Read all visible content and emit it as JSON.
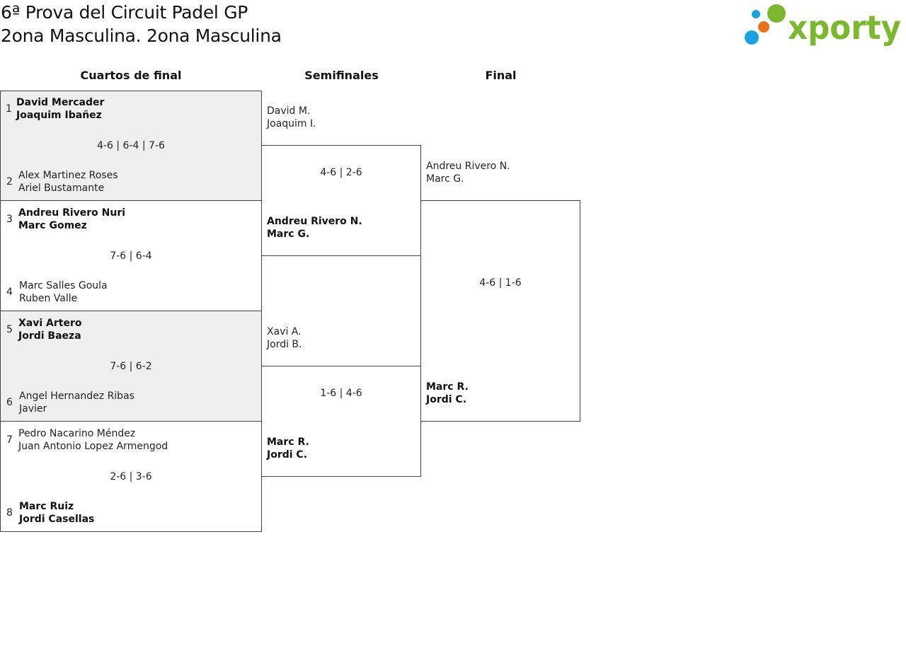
{
  "header": {
    "title_line1": "6ª Prova del Circuit Padel GP",
    "title_line2": "2ona Masculina. 2ona Masculina",
    "logo_text": "xporty",
    "brand_green": "#7cb82f",
    "brand_blue": "#1aa1e0",
    "brand_orange": "#e8731c"
  },
  "rounds": {
    "quarterfinals": "Cuartos de final",
    "semifinals": "Semifinales",
    "final": "Final"
  },
  "quarterfinals": [
    {
      "seed_a": "1",
      "a1": "David Mercader",
      "a2": "Joaquim Ibañez",
      "score": "4-6 | 6-4 | 7-6",
      "seed_b": "2",
      "b1": "Alex Martinez Roses",
      "b2": "Ariel Bustamante"
    },
    {
      "seed_a": "3",
      "a1": "Andreu Rivero Nuri",
      "a2": "Marc Gomez",
      "score": "7-6 | 6-4",
      "seed_b": "4",
      "b1": "Marc Salles Goula",
      "b2": "Ruben Valle"
    },
    {
      "seed_a": "5",
      "a1": "Xavi Artero",
      "a2": "Jordi Baeza",
      "score": "7-6 | 6-2",
      "seed_b": "6",
      "b1": "Angel Hernandez Ribas",
      "b2": "Javier"
    },
    {
      "seed_a": "7",
      "a1": "Pedro Nacarino Méndez",
      "a2": "Juan Antonio Lopez Armengod",
      "score": "2-6 | 3-6",
      "seed_b": "8",
      "b1": "Marc Ruiz",
      "b2": "Jordi Casellas"
    }
  ],
  "semifinals": [
    {
      "a1": "David M.",
      "a2": "Joaquim I.",
      "score": "4-6 | 2-6",
      "b1": "Andreu Rivero N.",
      "b2": "Marc G."
    },
    {
      "a1": "Xavi A.",
      "a2": "Jordi B.",
      "score": "1-6 | 4-6",
      "b1": "Marc R.",
      "b2": "Jordi C."
    }
  ],
  "final": {
    "a1": "Andreu Rivero N.",
    "a2": "Marc G.",
    "score": "4-6 | 1-6",
    "b1": "Marc R.",
    "b2": "Jordi C."
  }
}
